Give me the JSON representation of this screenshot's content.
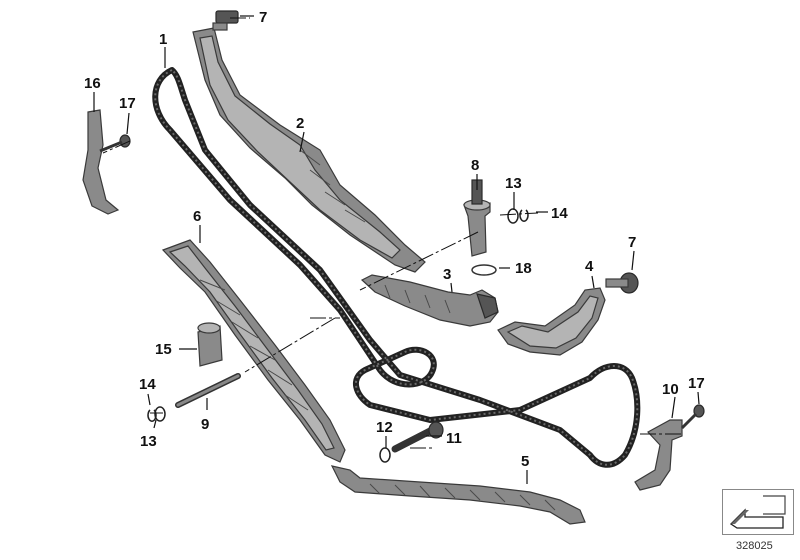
{
  "labels": {
    "l1": "1",
    "l2": "2",
    "l3": "3",
    "l4": "4",
    "l5": "5",
    "l6": "6",
    "l7a": "7",
    "l7b": "7",
    "l8": "8",
    "l9": "9",
    "l10": "10",
    "l11": "11",
    "l12": "12",
    "l13a": "13",
    "l13b": "13",
    "l14a": "14",
    "l14b": "14",
    "l15": "15",
    "l16": "16",
    "l17a": "17",
    "l17b": "17",
    "l18": "18"
  },
  "reference_number": "328025"
}
